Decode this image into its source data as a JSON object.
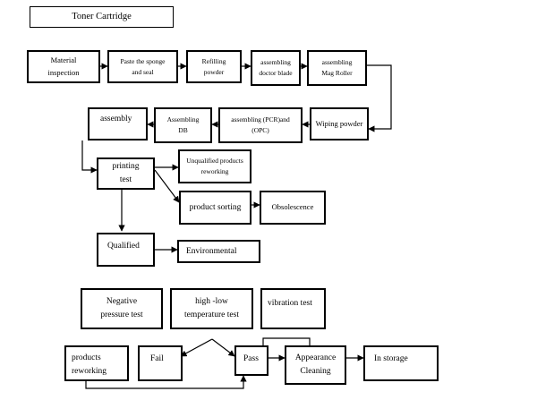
{
  "title": "Toner Cartridge",
  "nodes": {
    "material_inspection": "Material\ninspection",
    "paste_sponge": "Paste the sponge\nand seal",
    "refilling_powder": "Refilling\npowder",
    "assembling_doctor_blade": "assembling\ndoctor blade",
    "assembling_mag_roller": "assembling\nMag Roller",
    "wiping_powder": "Wiping powder",
    "assembling_pcr_opc": "assembling (PCR)and\n(OPC)",
    "assembling_db": "Assembling\nDB",
    "assembly": "assembly",
    "printing_test": "printing\ntest",
    "unqualified_reworking": "Unqualified products\nreworking",
    "product_sorting": "product sorting",
    "obsolescence": "Obsolescence",
    "qualified": "Qualified",
    "environmental": "Environmental",
    "negative_pressure": "Negative\npressure test",
    "high_low_temp": "high -low\ntemperature test",
    "vibration_test": "vibration test",
    "products_reworking": "products\nreworking",
    "fail": "Fail",
    "pass": "Pass",
    "appearance_cleaning": "Appearance\nCleaning",
    "in_storage": "In storage"
  }
}
